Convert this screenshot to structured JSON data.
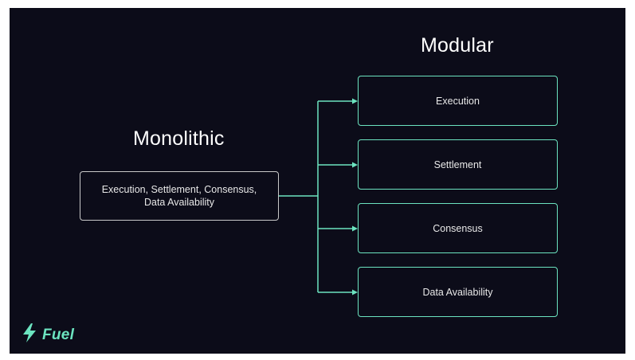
{
  "monolithic": {
    "title": "Monolithic",
    "box_line1": "Execution, Settlement, Consensus,",
    "box_line2": "Data Availability"
  },
  "modular": {
    "title": "Modular",
    "boxes": [
      "Execution",
      "Settlement",
      "Consensus",
      "Data Availability"
    ]
  },
  "brand": {
    "name": "Fuel",
    "icon": "lightning-bolt-icon",
    "accent_color": "#6ce4c0"
  },
  "colors": {
    "background": "#0c0c19",
    "accent": "#6ce4c0",
    "text": "#ffffff",
    "mono_border": "#c9c9c9"
  }
}
